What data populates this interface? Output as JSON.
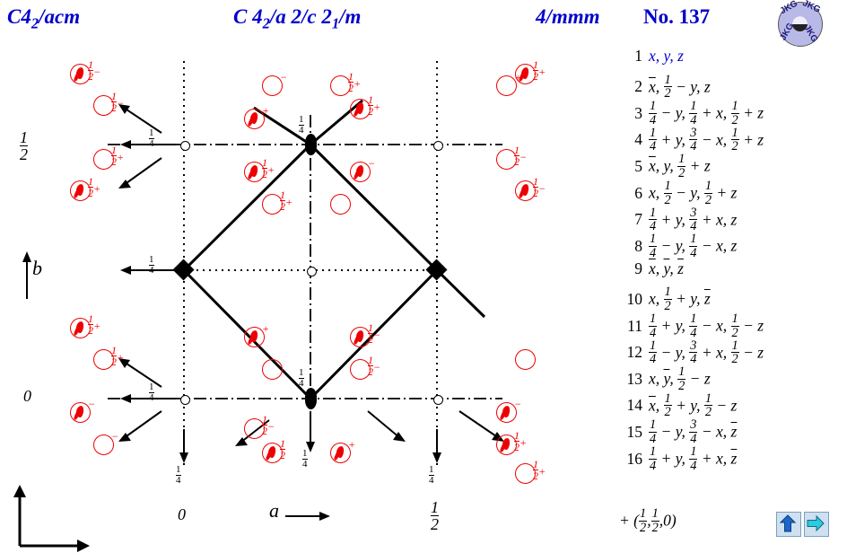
{
  "header": {
    "hm_short": "C4₂/acm",
    "hm_full": "C 4₂/a 2/c 2₁/m",
    "point_group": "4/mmm",
    "number_label": "No. 137",
    "logo_text": [
      "JKG",
      "JKG",
      "JKG",
      "JKG"
    ]
  },
  "operations": [
    {
      "n": "1",
      "coord": "x, y, z"
    },
    {
      "n": "2",
      "coord": "x̄, ½ − y, z"
    },
    {
      "n": "3",
      "coord": "¼ − y, ¼ + x, ½ + z"
    },
    {
      "n": "4",
      "coord": "¼ + y, ¾ − x, ½ + z"
    },
    {
      "n": "5",
      "coord": "x̄, y, ½ + z"
    },
    {
      "n": "6",
      "coord": "x, ½ − y, ½ + z"
    },
    {
      "n": "7",
      "coord": "¼ + y, ¾ + x, z"
    },
    {
      "n": "8",
      "coord": "¼ − y, ¼ − x, z"
    },
    {
      "n": "9",
      "coord": "x̄, ȳ, z̄"
    },
    {
      "n": "10",
      "coord": "x, ½ + y, z̄"
    },
    {
      "n": "11",
      "coord": "¼ + y, ¼ − x, ½ − z"
    },
    {
      "n": "12",
      "coord": "¼ − y, ¾ + x, ½ − z"
    },
    {
      "n": "13",
      "coord": "x, ȳ, ½ − z"
    },
    {
      "n": "14",
      "coord": "x̄, ½ + y, ½ − z"
    },
    {
      "n": "15",
      "coord": "¼ − y, ¾ − x, z̄"
    },
    {
      "n": "16",
      "coord": "¼ + y, ¼ + x, z̄"
    }
  ],
  "centering": "+ (½,½,0)",
  "diagram": {
    "axis_labels": {
      "b": "b",
      "a": "a"
    },
    "y_axis_ticks": [
      "½",
      "0"
    ],
    "x_axis_ticks": [
      "0",
      "½"
    ],
    "quarter_labels": [
      "¼",
      "¼",
      "¼",
      "¼",
      "¼",
      "¼",
      "¼",
      "¼"
    ],
    "height_marks": [
      "½−",
      "½−",
      "−",
      "½+",
      "+",
      "½+",
      "+",
      "½−",
      "½+",
      "−",
      "½+",
      "½+",
      "+",
      "½−",
      "½+",
      "−",
      "½",
      "+",
      "½−",
      "½−",
      "½+",
      "½+",
      "−",
      "½"
    ]
  },
  "nav": {
    "up_label": "up-arrow",
    "right_label": "right-arrow",
    "color": "#1b66c9"
  },
  "colors": {
    "title": "#0000cc",
    "motif": "#ee0000",
    "symmetry": "#000000"
  }
}
